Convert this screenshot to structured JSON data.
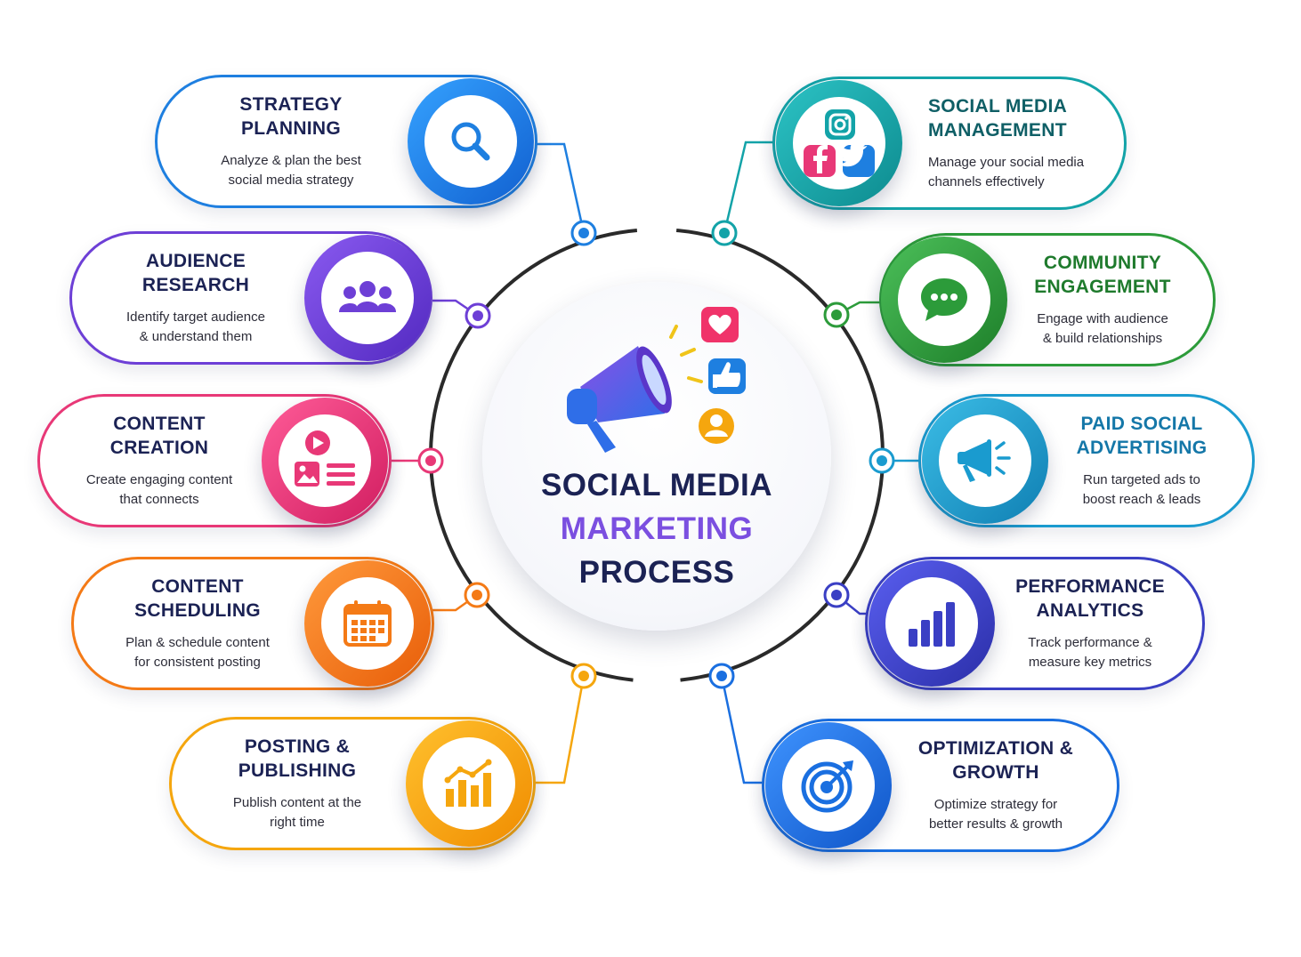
{
  "center": {
    "line1": "SOCIAL MEDIA",
    "line2": "MARKETING",
    "line3": "PROCESS",
    "colors": {
      "dark": "#1b2254",
      "accent": "#7b4fe0"
    },
    "icons": [
      "megaphone-icon",
      "heart-icon",
      "thumbs-up-icon",
      "user-icon"
    ]
  },
  "ring_color": "#2a2a2a",
  "steps_left": [
    {
      "title": "STRATEGY\nPLANNING",
      "desc": "Analyze & plan the best\nsocial media strategy",
      "color": "#1e7fe0",
      "icon": "search-icon"
    },
    {
      "title": "AUDIENCE\nRESEARCH",
      "desc": "Identify target audience\n& understand them",
      "color": "#6d3fd6",
      "icon": "users-icon"
    },
    {
      "title": "CONTENT\nCREATION",
      "desc": "Create engaging content\nthat connects",
      "color": "#e83877",
      "icon": "media-content-icon"
    },
    {
      "title": "CONTENT\nSCHEDULING",
      "desc": "Plan & schedule content\nfor consistent posting",
      "color": "#f47a16",
      "icon": "calendar-icon"
    },
    {
      "title": "POSTING &\nPUBLISHING",
      "desc": "Publish content at the\nright time",
      "color": "#f5a60e",
      "icon": "growth-chart-icon"
    }
  ],
  "steps_right": [
    {
      "title": "SOCIAL MEDIA\nMANAGEMENT",
      "desc": "Manage your social media\nchannels effectively",
      "color": "#13a3a8",
      "icon": "social-networks-icon"
    },
    {
      "title": "COMMUNITY\nENGAGEMENT",
      "desc": "Engage with audience\n& build relationships",
      "color": "#2c9b3a",
      "icon": "chat-bubble-icon"
    },
    {
      "title": "PAID SOCIAL\nADVERTISING",
      "desc": "Run targeted ads to\nboost reach & leads",
      "color": "#1a9bcf",
      "icon": "megaphone-icon"
    },
    {
      "title": "PERFORMANCE\nANALYTICS",
      "desc": "Track performance &\nmeasure key metrics",
      "color": "#3a3fc4",
      "icon": "bar-chart-icon"
    },
    {
      "title": "OPTIMIZATION &\nGROWTH",
      "desc": "Optimize strategy for\nbetter results & growth",
      "color": "#1a6fe0",
      "icon": "target-icon"
    }
  ]
}
